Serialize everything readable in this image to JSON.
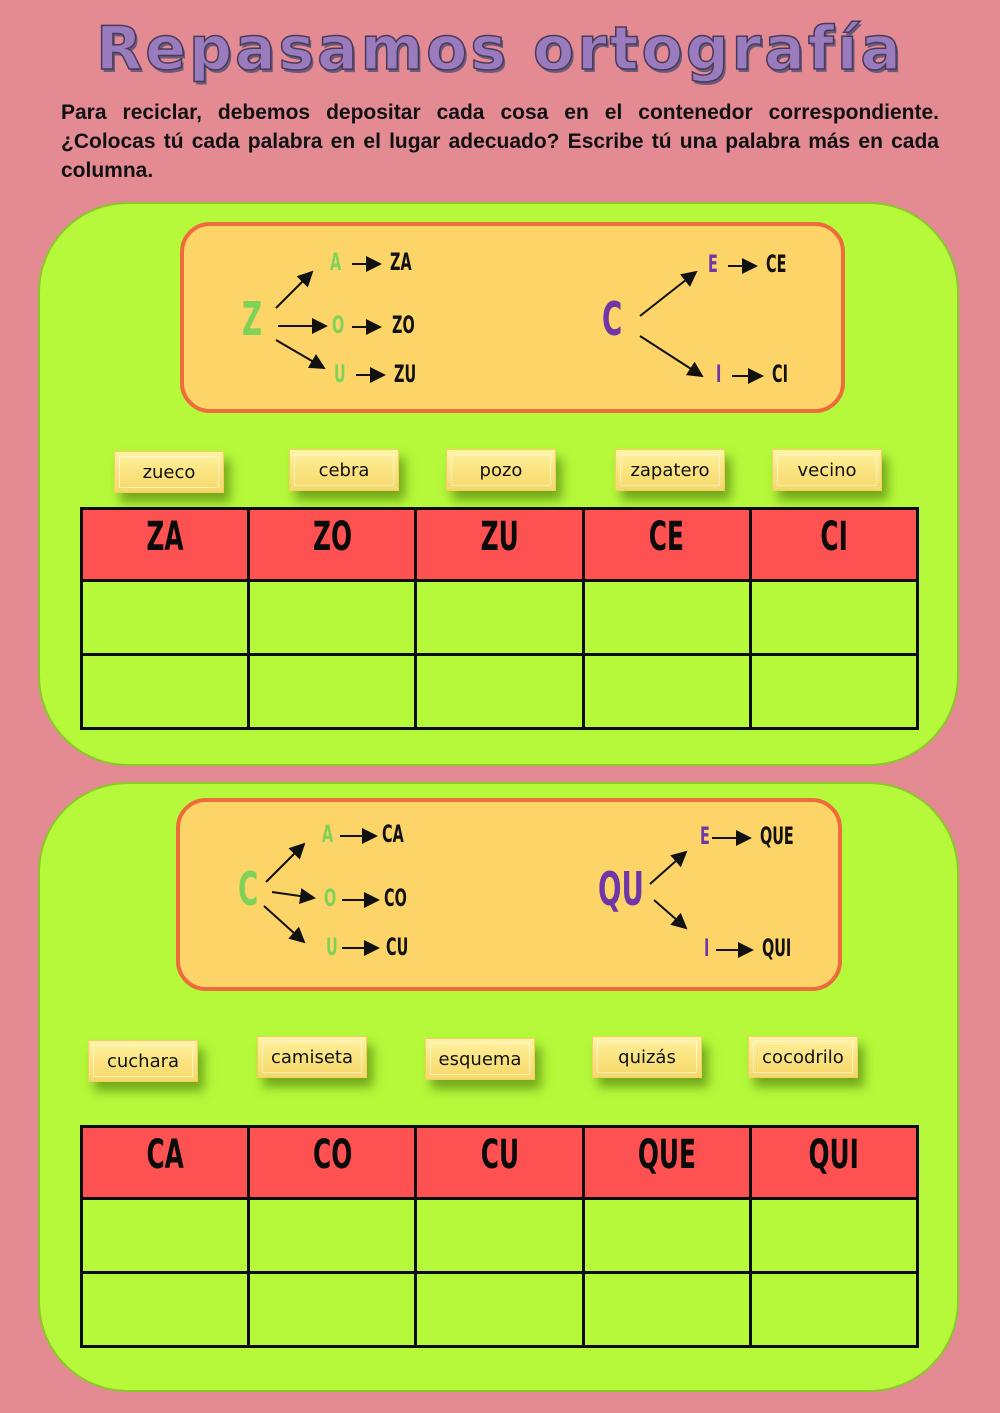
{
  "page": {
    "title": "Repasamos ortografía",
    "instructions": "Para reciclar, debemos depositar cada cosa en el contenedor correspondiente. ¿Colocas tú cada palabra en el lugar adecuado? Escribe tú una palabra más en cada columna."
  },
  "colors": {
    "background": "#e38a93",
    "title": "#9a7bbd",
    "panel": "#b5f93a",
    "rule_box_fill": "#fdd468",
    "rule_box_border": "#ee6b3b",
    "header_cell": "#fe5151",
    "green_letters": "#7fd258",
    "purple_letters": "#6f36a8"
  },
  "section1": {
    "rules": {
      "left": {
        "root": "Z",
        "branches": [
          {
            "vowel": "A",
            "result": "ZA"
          },
          {
            "vowel": "O",
            "result": "ZO"
          },
          {
            "vowel": "U",
            "result": "ZU"
          }
        ]
      },
      "right": {
        "root": "C",
        "branches": [
          {
            "vowel": "E",
            "result": "CE"
          },
          {
            "vowel": "I",
            "result": "CI"
          }
        ]
      }
    },
    "words": [
      "zueco",
      "cebra",
      "pozo",
      "zapatero",
      "vecino"
    ],
    "table": {
      "headers": [
        "ZA",
        "ZO",
        "ZU",
        "CE",
        "CI"
      ],
      "rows": [
        [
          "",
          "",
          "",
          "",
          ""
        ],
        [
          "",
          "",
          "",
          "",
          ""
        ]
      ]
    }
  },
  "section2": {
    "rules": {
      "left": {
        "root": "C",
        "branches": [
          {
            "vowel": "A",
            "result": "CA"
          },
          {
            "vowel": "O",
            "result": "CO"
          },
          {
            "vowel": "U",
            "result": "CU"
          }
        ]
      },
      "right": {
        "root": "QU",
        "branches": [
          {
            "vowel": "E",
            "result": "QUE"
          },
          {
            "vowel": "I",
            "result": "QUI"
          }
        ]
      }
    },
    "words": [
      "cuchara",
      "camiseta",
      "esquema",
      "quizás",
      "cocodrilo"
    ],
    "table": {
      "headers": [
        "CA",
        "CO",
        "CU",
        "QUE",
        "QUI"
      ],
      "rows": [
        [
          "",
          "",
          "",
          "",
          ""
        ],
        [
          "",
          "",
          "",
          "",
          ""
        ]
      ]
    }
  }
}
